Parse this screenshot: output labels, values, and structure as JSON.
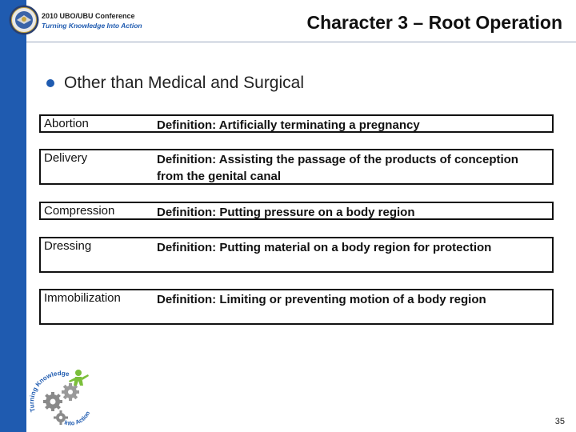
{
  "header": {
    "conference_title": "2010 UBO/UBU Conference",
    "tagline": "Turning Knowledge Into Action",
    "slide_title": "Character 3 – Root Operation"
  },
  "bullet": {
    "text": "Other than Medical and Surgical"
  },
  "definitions": [
    {
      "term": "Abortion",
      "definition": "Definition: Artificially terminating a pregnancy"
    },
    {
      "term": "Delivery",
      "definition": "Definition: Assisting the passage of the products of conception from the genital canal"
    },
    {
      "term": "Compression",
      "definition": "Definition: Putting pressure on a body region"
    },
    {
      "term": "Dressing",
      "definition": "Definition: Putting material on a body region for protection"
    },
    {
      "term": "Immobilization",
      "definition": "Definition: Limiting or preventing motion of a body region"
    }
  ],
  "logo": {
    "text_top": "Turning Knowledge",
    "text_bottom": "Into Action"
  },
  "page_number": "35",
  "colors": {
    "brand_blue": "#1f5bb0",
    "gear_gray": "#8a8a8a",
    "figure_green": "#7bbf3a"
  }
}
